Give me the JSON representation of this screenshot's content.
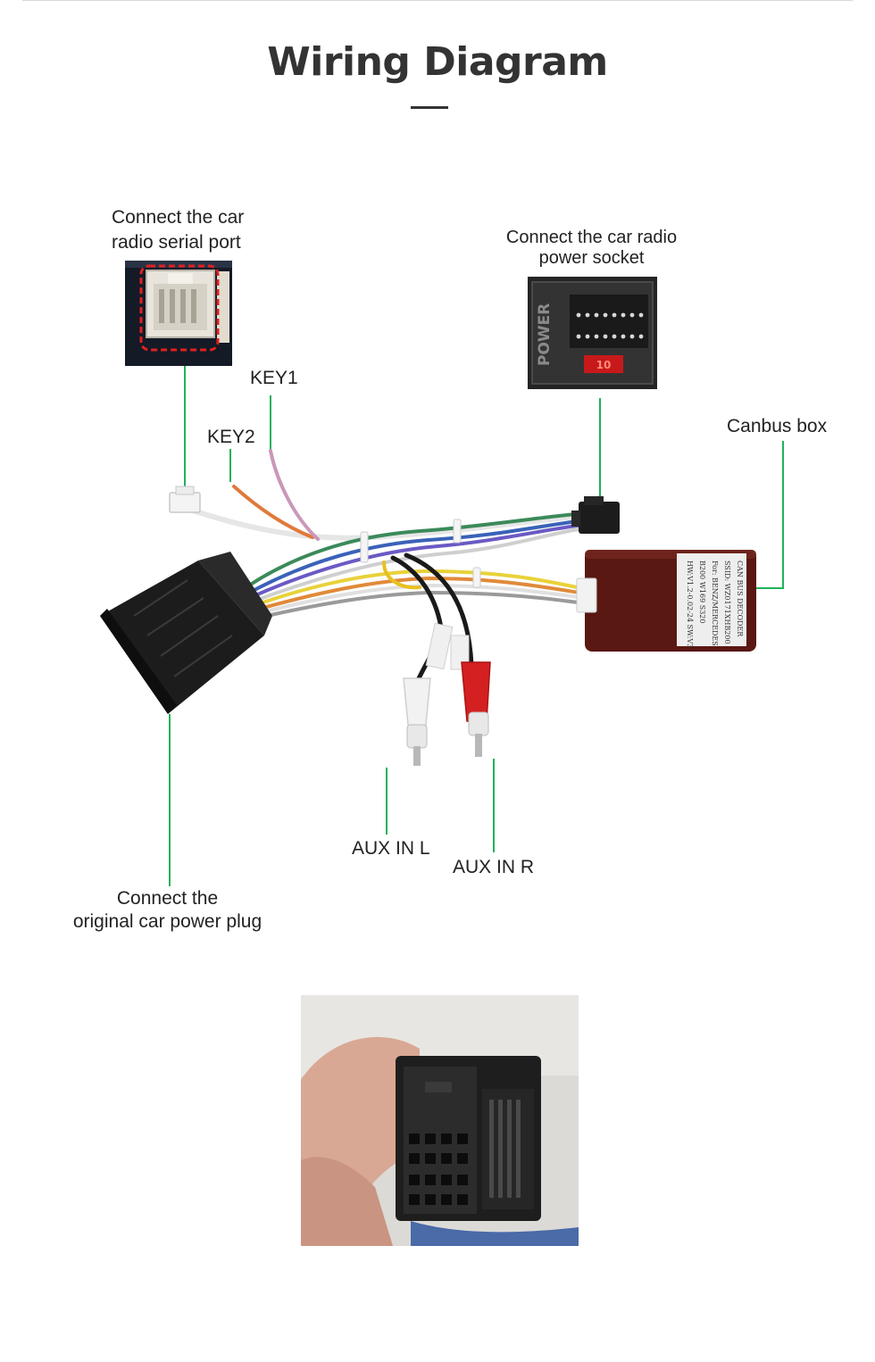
{
  "title": "Wiring Diagram",
  "labels": {
    "serial_port": [
      "Connect the car",
      "radio  serial port"
    ],
    "power_socket": [
      "Connect the car radio",
      "power socket"
    ],
    "key1": "KEY1",
    "key2": "KEY2",
    "canbus_box": "Canbus box",
    "aux_in_l": "AUX IN L",
    "aux_in_r": "AUX IN R",
    "original_power_plug": [
      "Connect the",
      "original car power plug"
    ]
  },
  "photo_text": {
    "power_socket_print": "POWER",
    "fuse_print": "10",
    "decoder_print": [
      "CAN BUS DECODER",
      "SSID: WZ0171XHB200",
      "For: BENZ/MERCEDES",
      "B200 W169 S320",
      "HW:V1.2-0.02-24 SW:V3"
    ]
  },
  "colors": {
    "callout_line": "#1fb25a",
    "title": "#333333",
    "connector_black": "#1c1c1c",
    "decoder_brown": "#5a1812",
    "rca_red": "#d42020",
    "rca_white": "#f2f2f2"
  }
}
